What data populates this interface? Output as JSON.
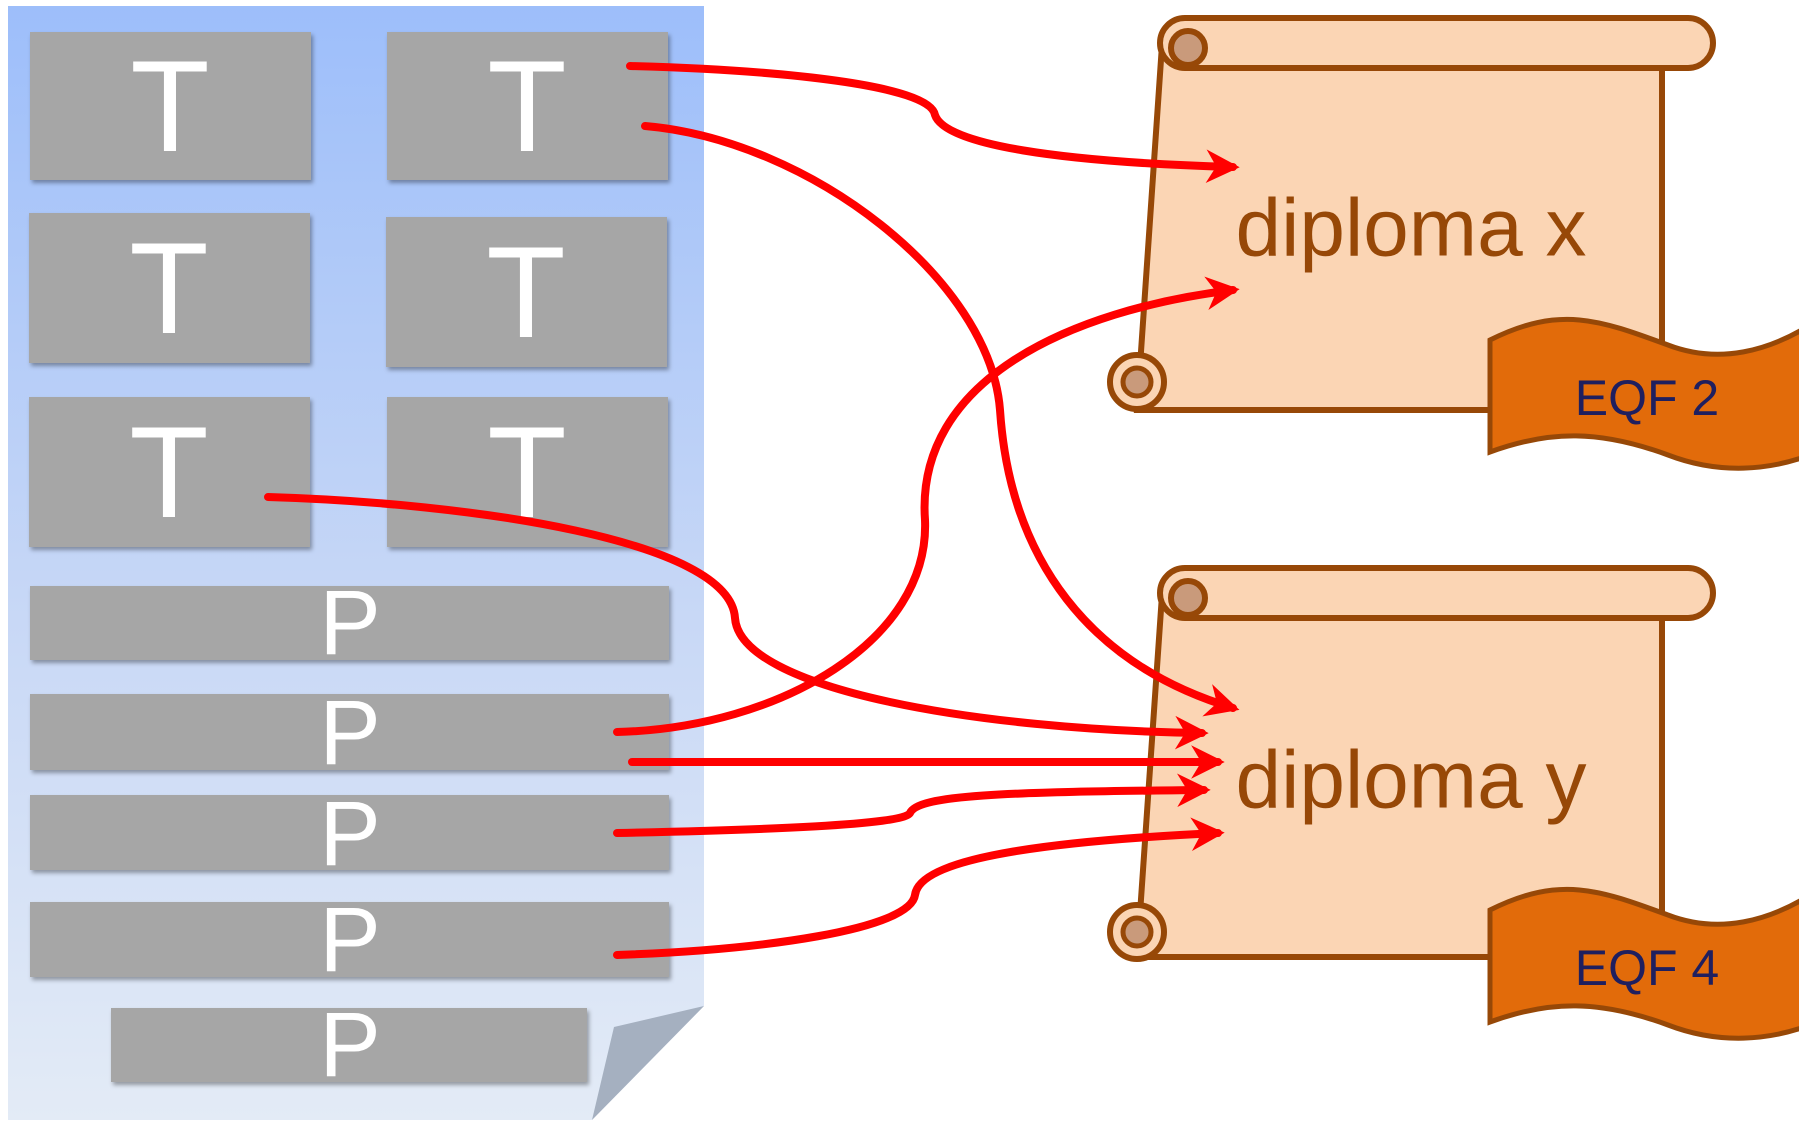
{
  "document": {
    "theory_units": [
      {
        "label": "T"
      },
      {
        "label": "T"
      },
      {
        "label": "T"
      },
      {
        "label": "T"
      },
      {
        "label": "T"
      },
      {
        "label": "T"
      }
    ],
    "practice_units": [
      {
        "label": "P"
      },
      {
        "label": "P"
      },
      {
        "label": "P"
      },
      {
        "label": "P"
      },
      {
        "label": "P"
      }
    ]
  },
  "diplomas": [
    {
      "title": "diploma x",
      "level": "EQF 2"
    },
    {
      "title": "diploma y",
      "level": "EQF 4"
    }
  ],
  "colors": {
    "page_gradient_top": "#9dbefa",
    "page_gradient_bottom": "#e3ebf6",
    "unit_fill": "#a6a6a6",
    "unit_text": "#ffffff",
    "arrow": "#ff0000",
    "scroll_fill": "#fbd5b4",
    "scroll_stroke": "#974807",
    "scroll_text": "#974807",
    "ribbon_fill": "#e26b0a",
    "ribbon_text": "#1f1f5f"
  },
  "icons": {
    "document": "page-with-folded-corner",
    "diploma": "scroll-icon",
    "level_badge": "ribbon-banner"
  }
}
